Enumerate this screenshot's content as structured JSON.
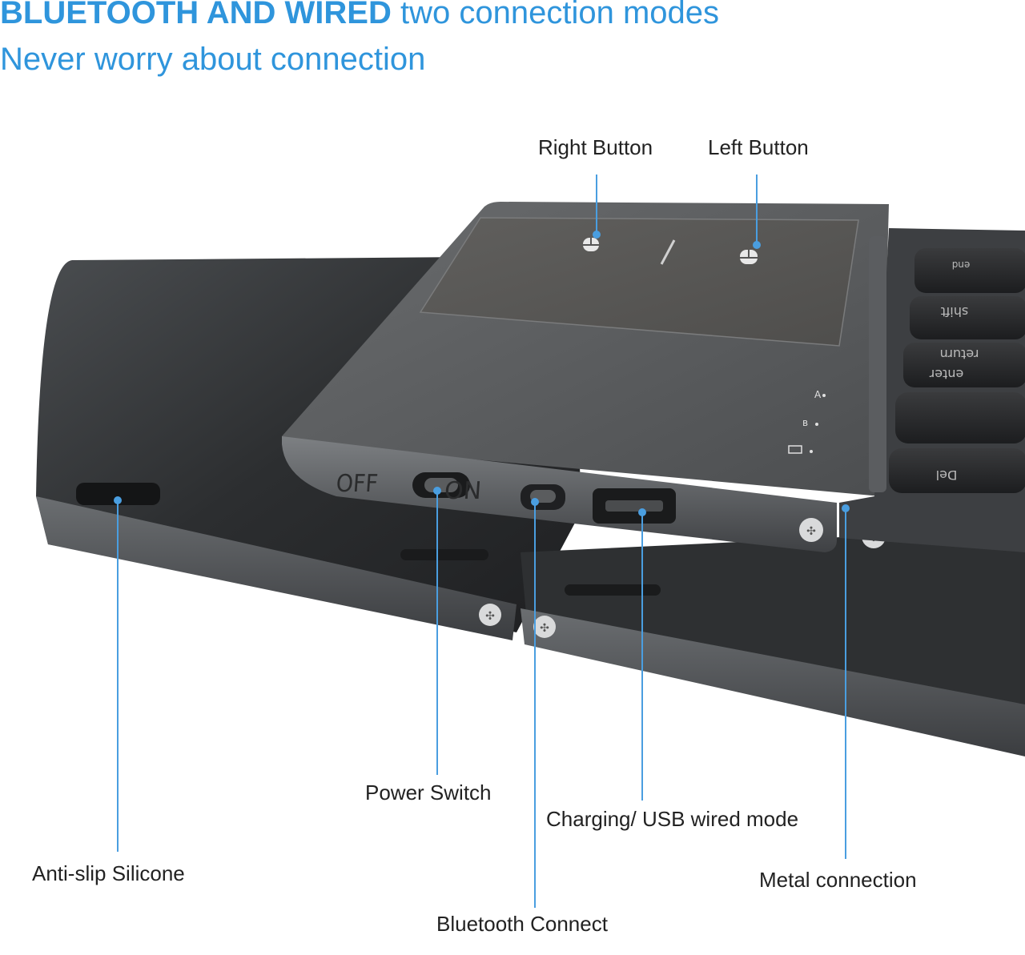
{
  "headline": {
    "bold": "BLUETOOTH AND WIRED",
    "rest": "two connection modes",
    "sub": "Never worry about connection"
  },
  "colors": {
    "accent": "#2f95dc",
    "body": "#3a3d40",
    "touchpad": "#5a5b5c",
    "callout_line": "#4a9ee0"
  },
  "device": {
    "switch_off": "OFF",
    "switch_on": "ON",
    "keys": [
      "end",
      "shift",
      "return",
      "enter",
      "Del"
    ],
    "indicators": [
      "A",
      "bluetooth-icon",
      "battery-icon"
    ]
  },
  "callouts": [
    {
      "id": "right-button",
      "label": "Right Button"
    },
    {
      "id": "left-button",
      "label": "Left Button"
    },
    {
      "id": "power-switch",
      "label": "Power Switch"
    },
    {
      "id": "charging-usb",
      "label": "Charging/ USB wired mode"
    },
    {
      "id": "anti-slip",
      "label": "Anti-slip Silicone"
    },
    {
      "id": "bluetooth-connect",
      "label": "Bluetooth Connect"
    },
    {
      "id": "metal-connection",
      "label": "Metal connection"
    }
  ]
}
